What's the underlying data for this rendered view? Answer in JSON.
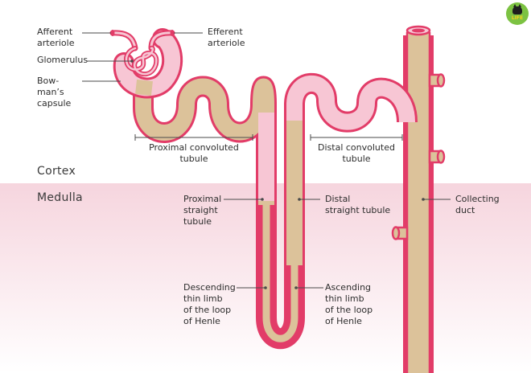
{
  "regions": {
    "cortex": "Cortex",
    "medulla": "Medulla"
  },
  "labels": {
    "afferent_arteriole": "Afferent\narteriole",
    "efferent_arteriole": "Efferent\narteriole",
    "glomerulus": "Glomerulus",
    "bowmans_capsule": "Bow-\nman’s\ncapsule",
    "proximal_convoluted_tubule": "Proximal convoluted\ntubule",
    "distal_convoluted_tubule": "Distal convoluted\ntubule",
    "proximal_straight_tubule": "Proximal\nstraight\ntubule",
    "distal_straight_tubule": "Distal\nstraight tubule",
    "collecting_duct": "Collecting\nduct",
    "descending_thin_limb": "Descending\nthin limb\nof the loop\nof Henle",
    "ascending_thin_limb": "Ascending\nthin limb\nof the loop\nof Henle"
  },
  "logo": {
    "text": "LIFE"
  },
  "colors": {
    "tubule_fill": "#dcc29a",
    "tubule_outline": "#e23c68",
    "pink_fill": "#f7c6d4",
    "medulla_bg": "#f8dfe6",
    "leader": "#4a4a4a"
  }
}
